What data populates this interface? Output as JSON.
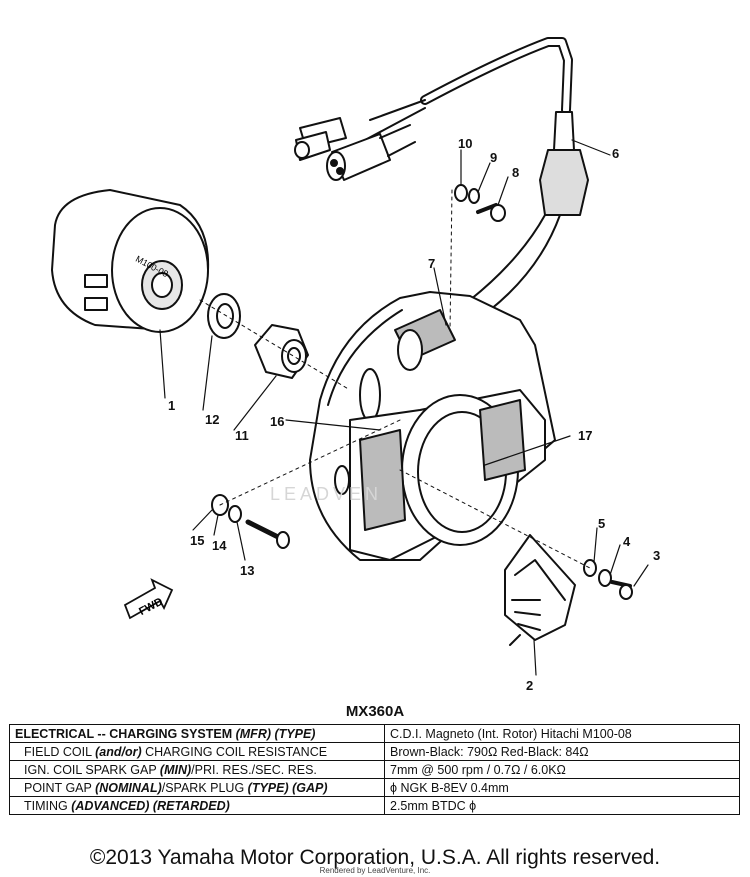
{
  "diagram": {
    "callouts": [
      "1",
      "2",
      "3",
      "4",
      "5",
      "6",
      "7",
      "8",
      "9",
      "10",
      "11",
      "12",
      "13",
      "14",
      "15",
      "16",
      "17"
    ],
    "rotor_marking": "M100-08",
    "fwd_label": "FWD",
    "watermark": "LEADVEN"
  },
  "spec_table": {
    "model": "MX360A",
    "rows": [
      {
        "label_parts": [
          "ELECTRICAL",
          " -- CHARGING SYSTEM ",
          "(MFR) (TYPE)"
        ],
        "value": "C.D.I. Magneto (Int. Rotor)      Hitachi M100-08"
      },
      {
        "label_parts": [
          "FIELD COIL ",
          "(and/or)",
          " CHARGING COIL RESISTANCE"
        ],
        "value": "Brown-Black:  790Ω     Red-Black:  84Ω"
      },
      {
        "label_parts": [
          "IGN. COIL SPARK GAP ",
          "(MIN)",
          "/PRI. RES./SEC. RES."
        ],
        "value": "7mm @ 500 rpm / 0.7Ω / 6.0KΩ"
      },
      {
        "label_parts": [
          "POINT GAP ",
          "(NOMINAL)",
          "/SPARK PLUG ",
          "(TYPE) (GAP)"
        ],
        "value": "ϕ                NGK B-8EV          0.4mm"
      },
      {
        "label_parts": [
          "TIMING ",
          "(ADVANCED) (RETARDED)"
        ],
        "value": "2.5mm BTDC          ϕ"
      }
    ]
  },
  "footer": {
    "copyright": "©2013 Yamaha Motor Corporation, U.S.A. All rights reserved.",
    "rendered_by": "Rendered by LeadVenture, Inc."
  }
}
